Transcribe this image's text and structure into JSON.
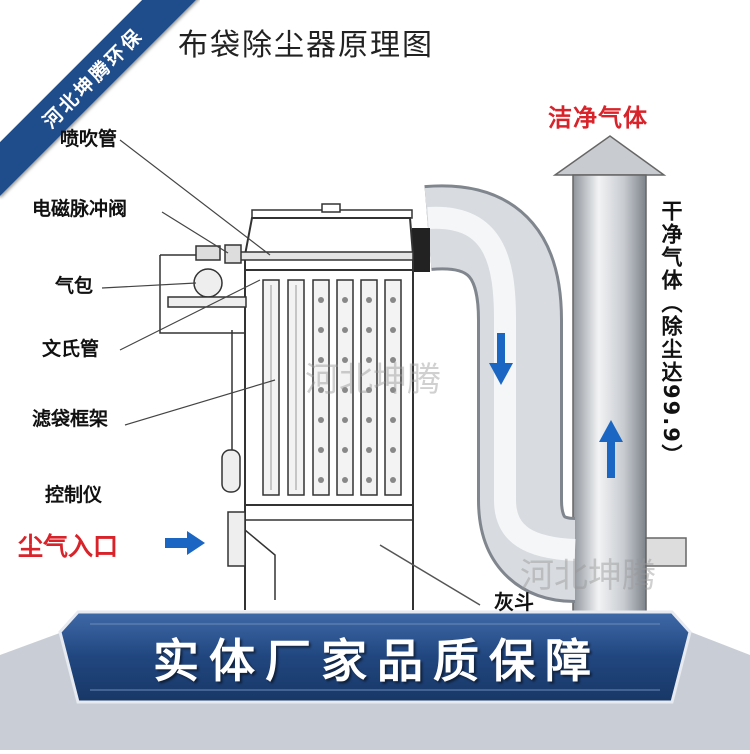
{
  "title": "布袋除尘器原理图",
  "corner_ribbon": {
    "text": "河北坤腾环保",
    "color": "#1f4d8c"
  },
  "labels": {
    "blow_pipe": "喷吹管",
    "solenoid_valve": "电磁脉冲阀",
    "air_bag": "气包",
    "venturi": "文氏管",
    "bag_frame": "滤袋框架",
    "controller": "控制仪",
    "dust_inlet": "尘气入口",
    "clean_gas": "洁净气体",
    "clean_gas_vertical": "干净气体（除尘达99.9）",
    "ash_hopper_partial": "灰斗"
  },
  "watermarks": [
    "河北坤腾",
    "河北坤腾"
  ],
  "banner": {
    "text": "实体厂家品质保障",
    "color": "#2a4f86"
  },
  "colors": {
    "accent_red": "#d8232a",
    "arrow_blue": "#1a66c2",
    "duct_gray": "#c9cdd2"
  }
}
